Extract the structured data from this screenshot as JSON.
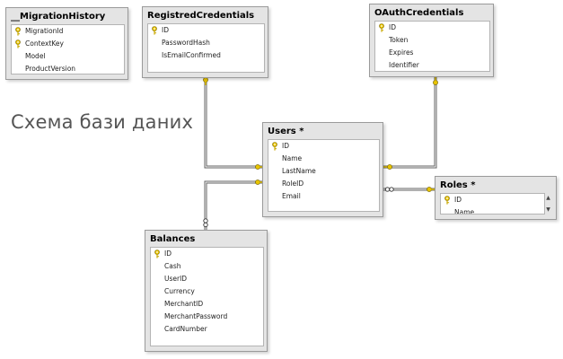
{
  "diagram": {
    "title": "Схема бази даних"
  },
  "tables": {
    "migration_history": {
      "name": "__MigrationHistory",
      "columns": [
        {
          "name": "MigrationId",
          "key": true
        },
        {
          "name": "ContextKey",
          "key": true
        },
        {
          "name": "Model",
          "key": false
        },
        {
          "name": "ProductVersion",
          "key": false
        }
      ]
    },
    "registred_credentials": {
      "name": "RegistredCredentials",
      "columns": [
        {
          "name": "ID",
          "key": true
        },
        {
          "name": "PasswordHash",
          "key": false
        },
        {
          "name": "IsEmailConfirmed",
          "key": false
        }
      ]
    },
    "oauth_credentials": {
      "name": "OAuthCredentials",
      "columns": [
        {
          "name": "ID",
          "key": true
        },
        {
          "name": "Token",
          "key": false
        },
        {
          "name": "Expires",
          "key": false
        },
        {
          "name": "Identifier",
          "key": false
        }
      ]
    },
    "users": {
      "name": "Users *",
      "columns": [
        {
          "name": "ID",
          "key": true
        },
        {
          "name": "Name",
          "key": false
        },
        {
          "name": "LastName",
          "key": false
        },
        {
          "name": "RoleID",
          "key": false
        },
        {
          "name": "Email",
          "key": false
        }
      ]
    },
    "roles": {
      "name": "Roles *",
      "columns": [
        {
          "name": "ID",
          "key": true
        },
        {
          "name": "Name",
          "key": false
        }
      ]
    },
    "balances": {
      "name": "Balances",
      "columns": [
        {
          "name": "ID",
          "key": true
        },
        {
          "name": "Cash",
          "key": false
        },
        {
          "name": "UserID",
          "key": false
        },
        {
          "name": "Currency",
          "key": false
        },
        {
          "name": "MerchantID",
          "key": false
        },
        {
          "name": "MerchantPassword",
          "key": false
        },
        {
          "name": "CardNumber",
          "key": false
        }
      ]
    }
  },
  "relationships": [
    {
      "from": "registred_credentials",
      "to": "users",
      "kind": "one-to-one"
    },
    {
      "from": "oauth_credentials",
      "to": "users",
      "kind": "one-to-one"
    },
    {
      "from": "roles",
      "to": "users",
      "kind": "one-to-many"
    },
    {
      "from": "users",
      "to": "balances",
      "kind": "one-to-many"
    }
  ],
  "colors": {
    "key_icon": "#e8c400",
    "connector": "#606060",
    "table_header": "#e4e4e4",
    "title_text": "#555555"
  }
}
